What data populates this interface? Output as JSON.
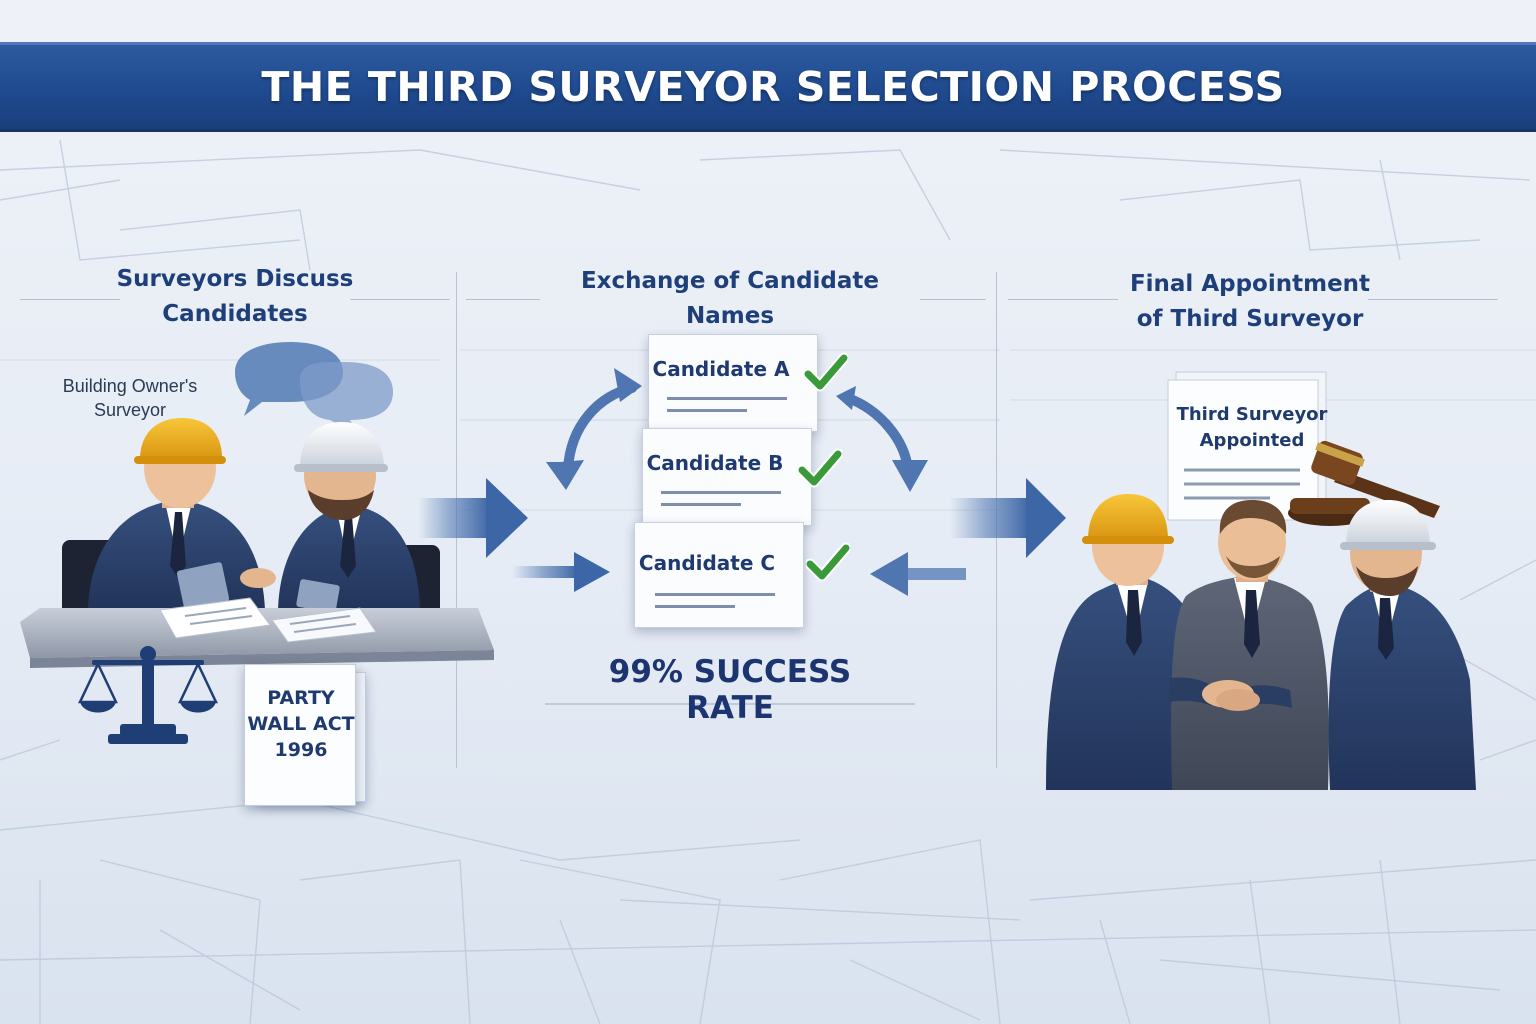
{
  "header": {
    "title": "THE THIRD SURVEYOR SELECTION PROCESS"
  },
  "sections": [
    {
      "title_line1": "Surveyors Discuss",
      "title_line2": "Candidates",
      "label": "Building Owner's",
      "label2": "Surveyor",
      "document_line1": "PARTY",
      "document_line2": "WALL ACT",
      "document_line3": "1996"
    },
    {
      "title": "Exchange of Candidate Names",
      "candidates": [
        "Candidate A",
        "Candidate B",
        "Candidate C"
      ],
      "stat": "99% SUCCESS RATE"
    },
    {
      "title_line1": "Final Appointment",
      "title_line2": "of Third Surveyor",
      "document_line1": "Third Surveyor",
      "document_line2": "Appointed"
    }
  ],
  "colors": {
    "banner": "#1f4a8f",
    "title_text": "#1f3f7a",
    "check": "#3a9a3a",
    "arrow": "#4a72ae",
    "suit": "#2c3e63",
    "hardhat_yellow": "#f2b21e",
    "hardhat_white": "#eef1f5"
  },
  "icons": [
    "speech-bubbles-icon",
    "scales-of-justice-icon",
    "gavel-icon",
    "check-icon",
    "arrow-icon",
    "document-icon",
    "hardhat-icon"
  ]
}
